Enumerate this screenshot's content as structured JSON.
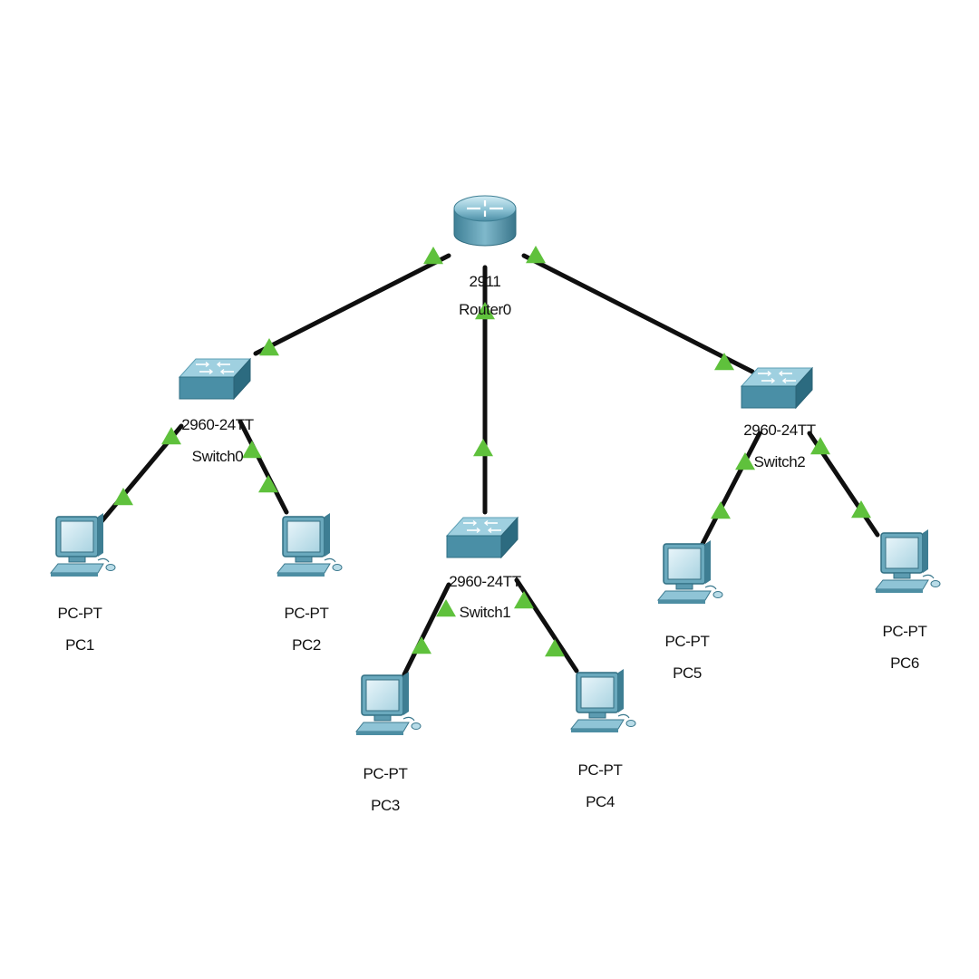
{
  "colors": {
    "link": "#0f0f0f",
    "port_up": "#5fc13c",
    "device_face": "#4a8fa6",
    "device_top": "#9fd0e0",
    "device_dark": "#2c6b80"
  },
  "devices": [
    {
      "id": "router0",
      "kind": "router",
      "icon": "router-icon",
      "model": "2911",
      "name": "Router0"
    },
    {
      "id": "switch0",
      "kind": "switch",
      "icon": "switch-icon",
      "model": "2960-24TT",
      "name": "Switch0"
    },
    {
      "id": "switch1",
      "kind": "switch",
      "icon": "switch-icon",
      "model": "2960-24TT",
      "name": "Switch1"
    },
    {
      "id": "switch2",
      "kind": "switch",
      "icon": "switch-icon",
      "model": "2960-24TT",
      "name": "Switch2"
    },
    {
      "id": "pc1",
      "kind": "pc",
      "icon": "pc-icon",
      "model": "PC-PT",
      "name": "PC1"
    },
    {
      "id": "pc2",
      "kind": "pc",
      "icon": "pc-icon",
      "model": "PC-PT",
      "name": "PC2"
    },
    {
      "id": "pc3",
      "kind": "pc",
      "icon": "pc-icon",
      "model": "PC-PT",
      "name": "PC3"
    },
    {
      "id": "pc4",
      "kind": "pc",
      "icon": "pc-icon",
      "model": "PC-PT",
      "name": "PC4"
    },
    {
      "id": "pc5",
      "kind": "pc",
      "icon": "pc-icon",
      "model": "PC-PT",
      "name": "PC5"
    },
    {
      "id": "pc6",
      "kind": "pc",
      "icon": "pc-icon",
      "model": "PC-PT",
      "name": "PC6"
    }
  ],
  "links": [
    {
      "from": "router0",
      "to": "switch0",
      "status": "up"
    },
    {
      "from": "router0",
      "to": "switch1",
      "status": "up"
    },
    {
      "from": "router0",
      "to": "switch2",
      "status": "up"
    },
    {
      "from": "switch0",
      "to": "pc1",
      "status": "up"
    },
    {
      "from": "switch0",
      "to": "pc2",
      "status": "up"
    },
    {
      "from": "switch1",
      "to": "pc3",
      "status": "up"
    },
    {
      "from": "switch1",
      "to": "pc4",
      "status": "up"
    },
    {
      "from": "switch2",
      "to": "pc5",
      "status": "up"
    },
    {
      "from": "switch2",
      "to": "pc6",
      "status": "up"
    }
  ]
}
